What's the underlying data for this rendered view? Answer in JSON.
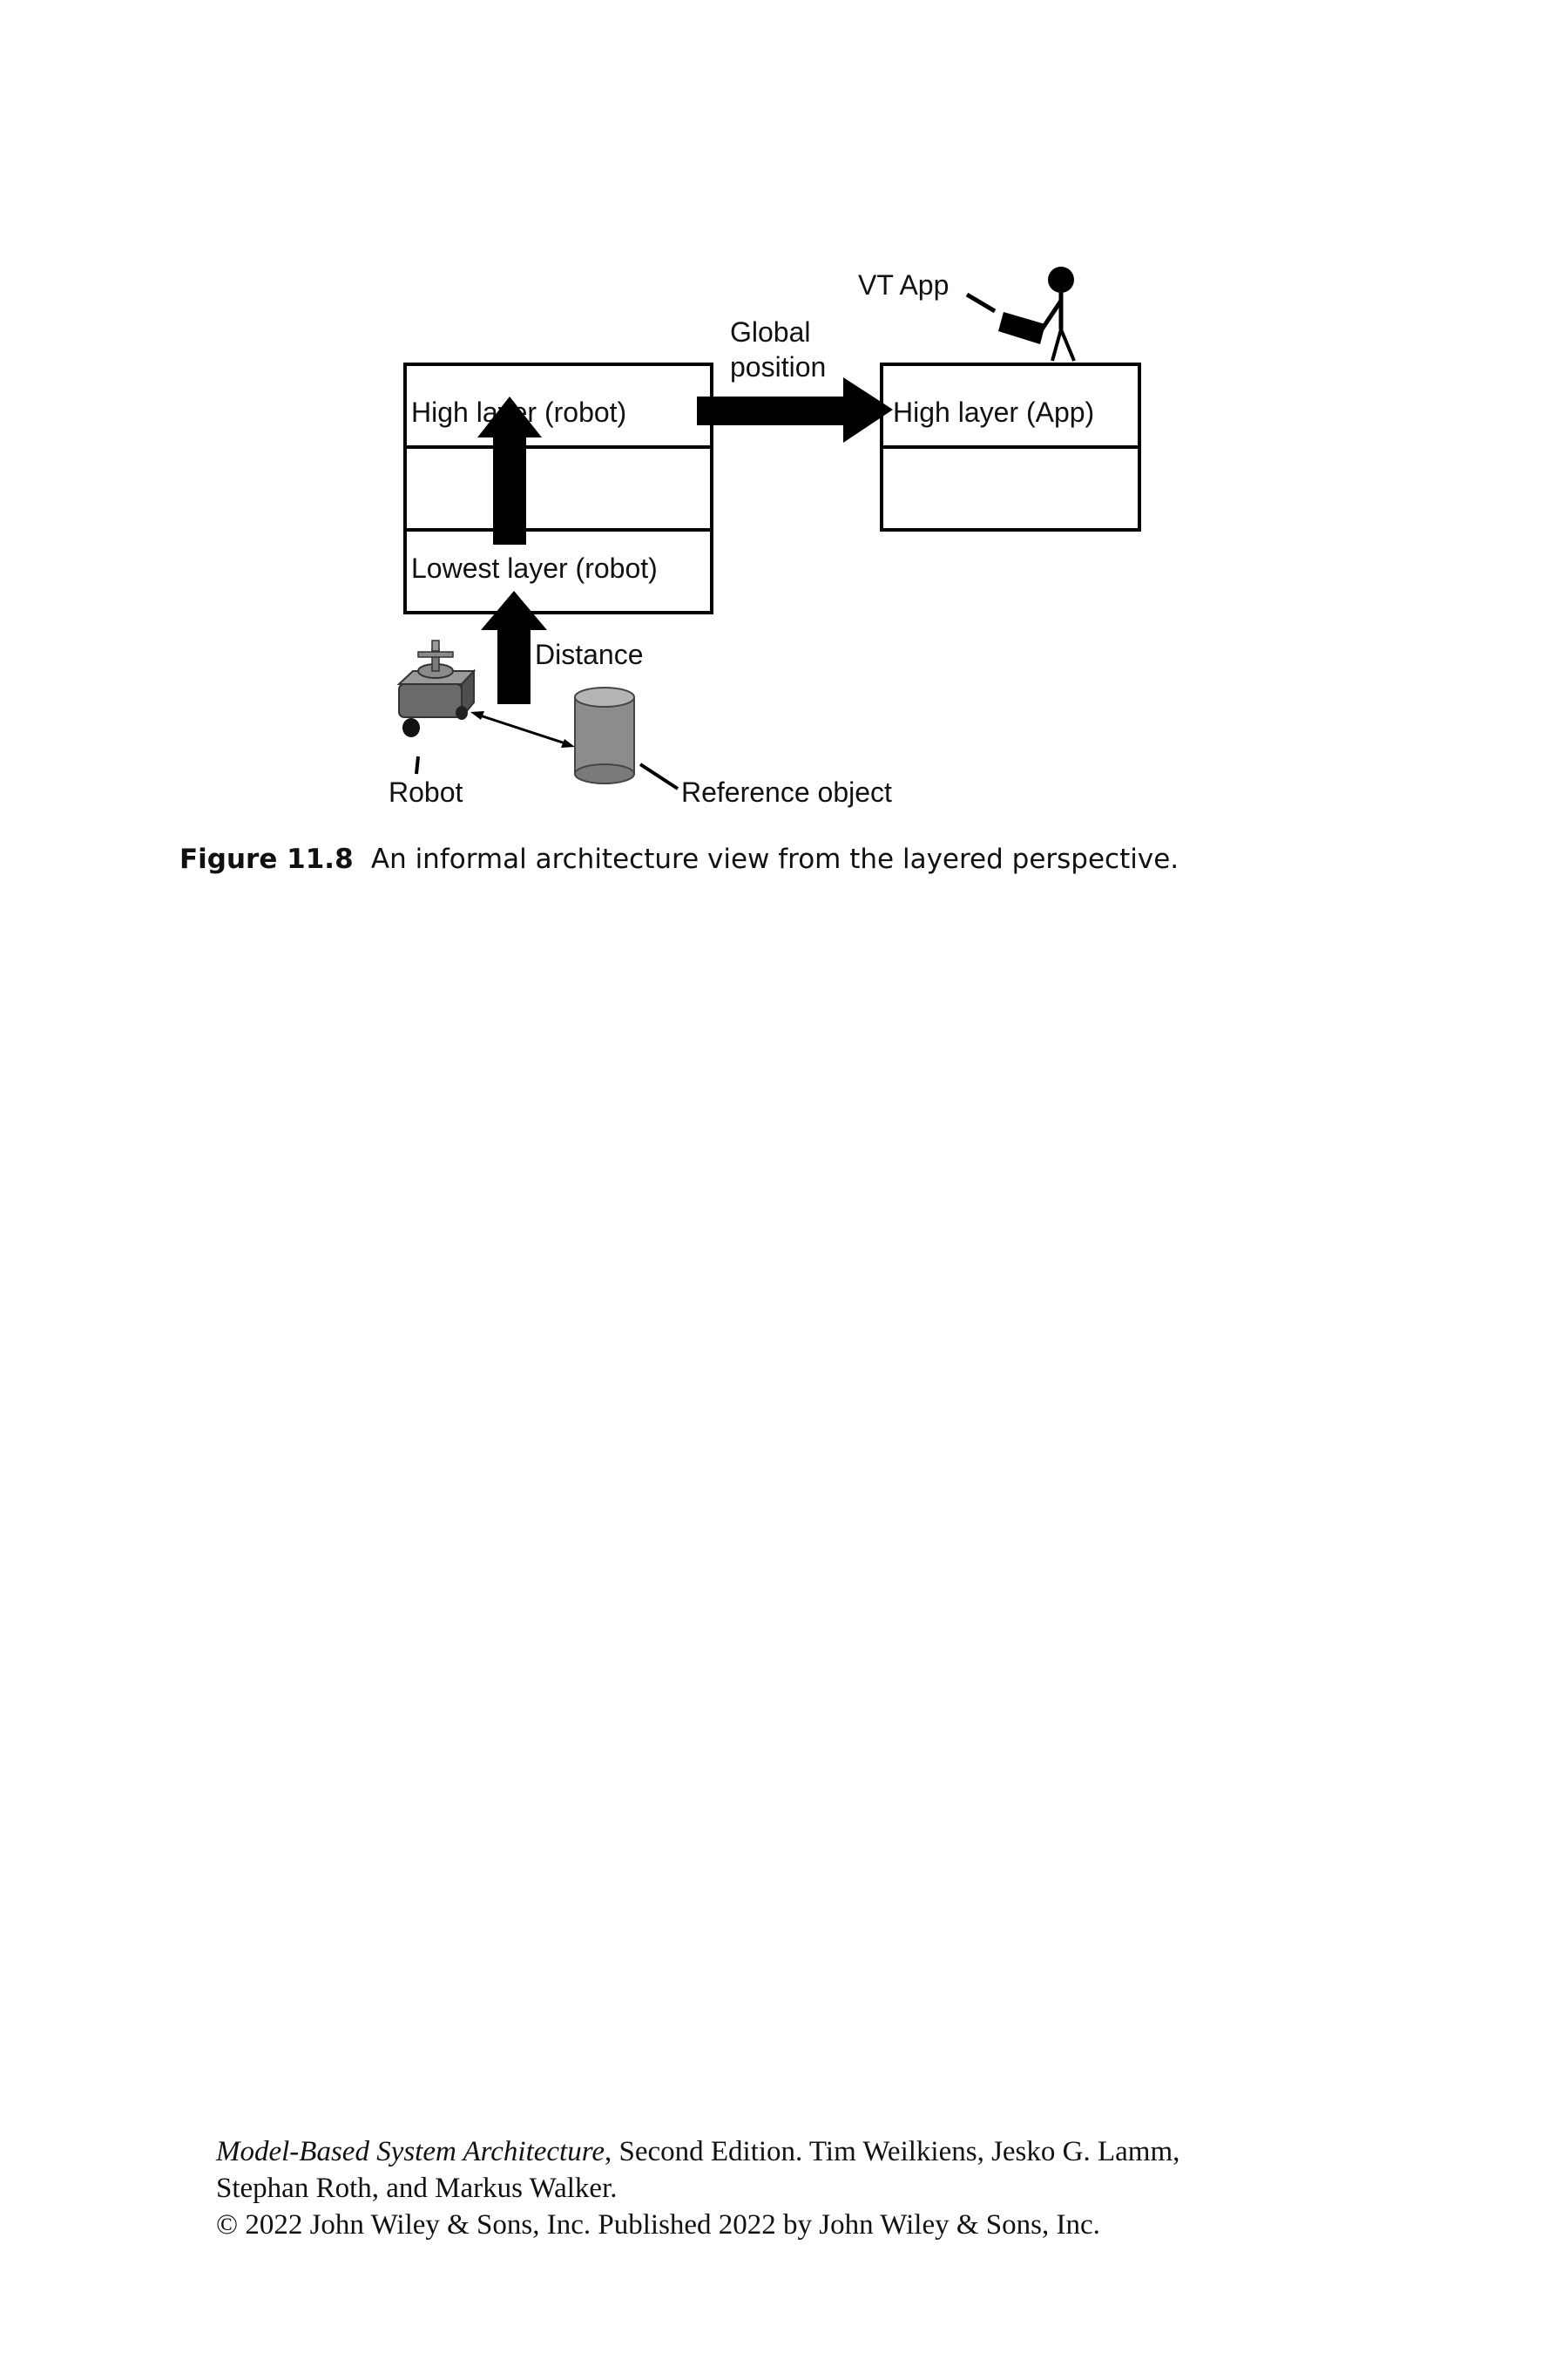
{
  "figure": {
    "label": "Figure 11.8",
    "caption": "An informal architecture view from the layered perspective."
  },
  "diagram": {
    "boxes": {
      "robot_high_layer": "High layer (robot)",
      "robot_lowest_layer": "Lowest layer (robot)",
      "app_high_layer": "High layer (App)"
    },
    "labels": {
      "global_position_line1": "Global",
      "global_position_line2": "position",
      "vt_app": "VT App",
      "distance": "Distance",
      "robot": "Robot",
      "reference_object": "Reference object"
    }
  },
  "footer": {
    "book_title": "Model-Based System Architecture",
    "line1_rest": ", Second Edition. Tim Weilkiens, Jesko G. Lamm,",
    "line2": "Stephan Roth, and Markus Walker.",
    "line3": "© 2022 John Wiley & Sons, Inc. Published 2022 by John Wiley & Sons, Inc."
  }
}
